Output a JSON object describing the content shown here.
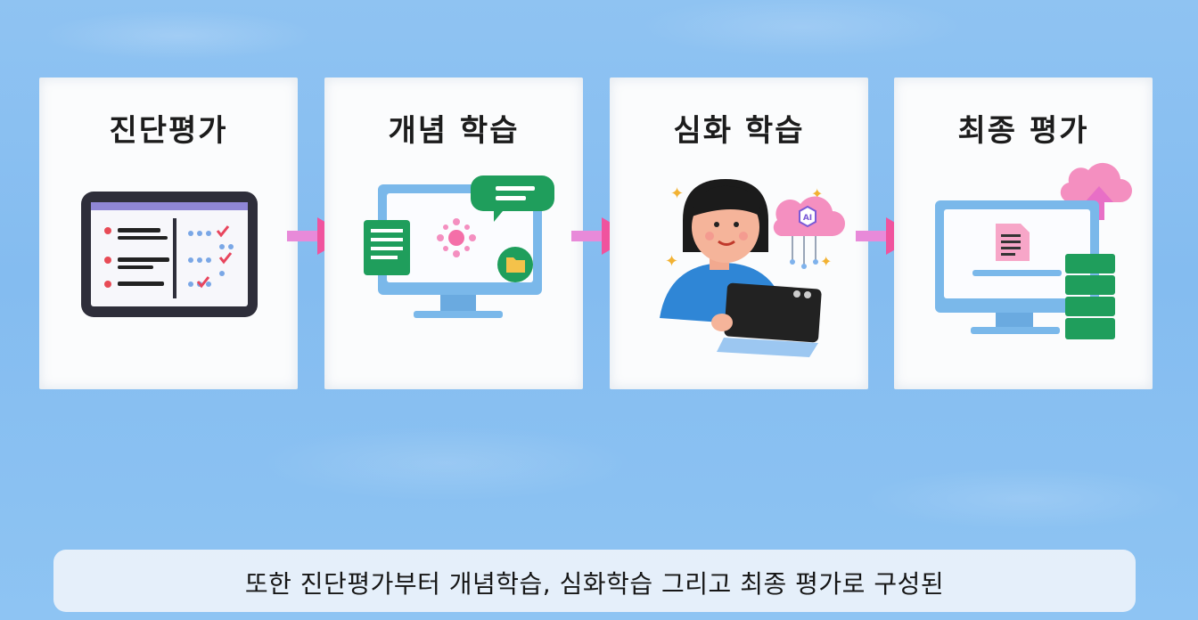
{
  "steps": [
    {
      "title": "진단평가"
    },
    {
      "title": "개념 학습"
    },
    {
      "title": "심화 학습"
    },
    {
      "title": "최종 평가"
    }
  ],
  "illustrations": {
    "ai_badge": "AI"
  },
  "caption": "또한 진단평가부터 개념학습, 심화학습 그리고 최종 평가로 구성된",
  "colors": {
    "background": "#8fc3f2",
    "card": "#fbfcfd",
    "arrow": "#f0539e",
    "monitor": "#7ab8ea",
    "green": "#1f9e5c",
    "pink": "#f48fc0"
  }
}
